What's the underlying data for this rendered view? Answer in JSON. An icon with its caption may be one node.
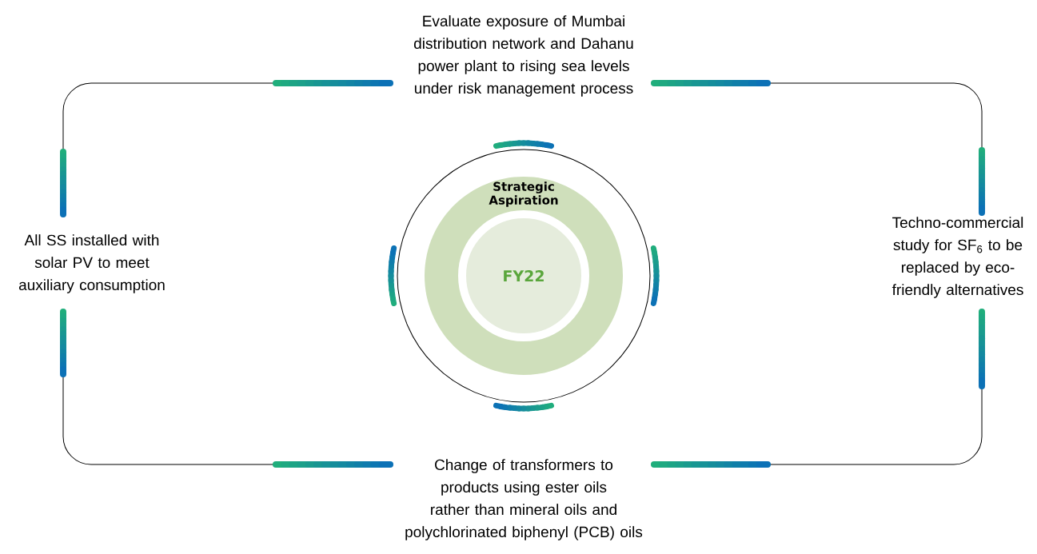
{
  "diagram": {
    "nodes": [
      {
        "text": [
          "Strategic Aspiration"
        ]
      },
      {
        "text": [
          "FY22"
        ],
        "in": 0
      }
    ],
    "labels": [
      "Evaluate exposure of Mumbai distribution network and Dahanu power plant to rising sea levels under risk management process",
      "All SS installed with solar PV to meet auxiliary consumption",
      "Techno-commercial study for SF$_{6}$ to be replaced by eco-friendly alternatives",
      "Change of transformers to products using ester oils rather than mineral oils and polychlorinated biphenyl (PCB) oils"
    ]
  }
}
